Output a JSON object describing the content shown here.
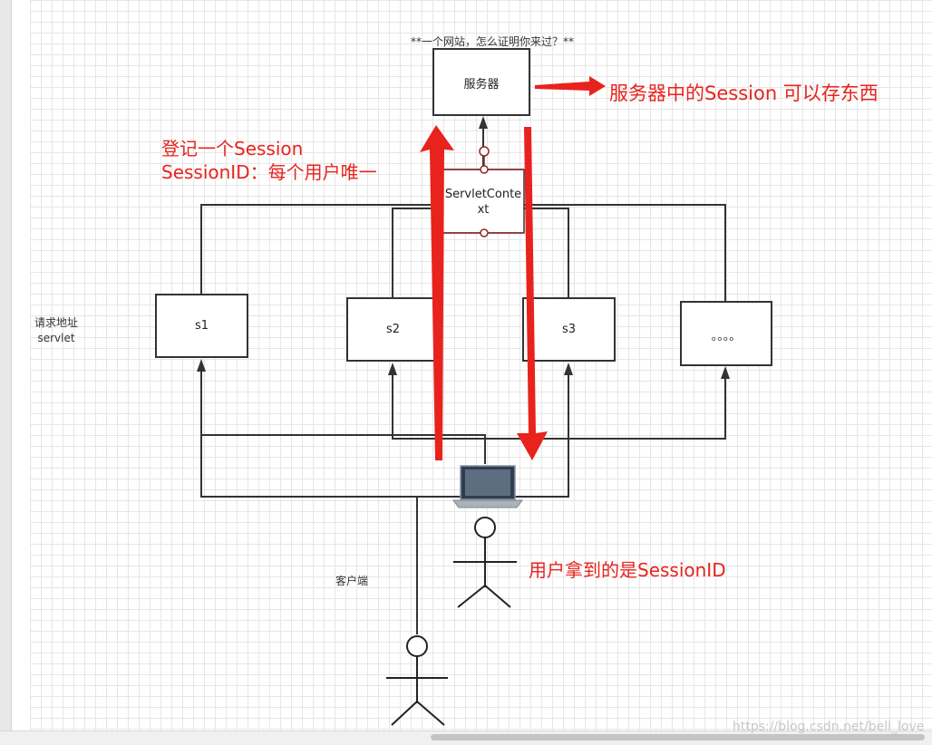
{
  "diagram": {
    "top_note": "**一个网站，怎么证明你来过？**",
    "server_label": "服务器",
    "context_label": "ServletConte\nxt",
    "nodes": {
      "s1": "s1",
      "s2": "s2",
      "s3": "s3",
      "more": "。。。。"
    },
    "left_label": "请求地址\nservlet",
    "client_label": "客户端"
  },
  "annotations": {
    "server_session": "服务器中的Session 可以存东西",
    "register_line1": "登记一个Session",
    "register_line2": "SessionID：每个用户唯一",
    "user_gets": "用户拿到的是SessionID"
  },
  "watermark": "https://blog.csdn.net/bell_love",
  "colors": {
    "accent_red": "#e8231d",
    "line": "#333333"
  }
}
